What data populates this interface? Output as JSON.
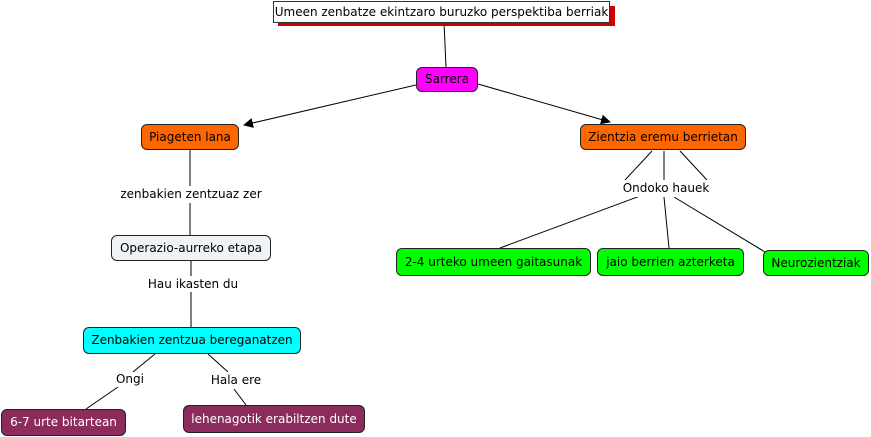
{
  "title": "Umeen zenbatze ekintzaro buruzko perspektiba berriak",
  "nodes": {
    "sarrera": "Sarrera",
    "piaget": "Piageten lana",
    "zientzia": "Zientzia eremu berrietan",
    "operazio": "Operazio-aurreko etapa",
    "zenbakien_zentzua": "Zenbakien zentzua bereganatzen",
    "urte_6_7": "6-7 urte bitartean",
    "lehenagotik": "lehenagotik erabiltzen dute",
    "urteko_2_4": "2-4 urteko umeen gaitasunak",
    "jaio": "jaio berrien azterketa",
    "neuro": "Neurozientziak"
  },
  "links": {
    "zenbakien_zentzuaz": "zenbakien zentzuaz zer",
    "hau_ikasten": "Hau ikasten du",
    "ongi": "Ongi",
    "hala_ere": "Hala ere",
    "ondoko": "Ondoko hauek"
  },
  "colors": {
    "magenta": "#ff00ff",
    "orange": "#ff6600",
    "grey": "#eef3f6",
    "cyan": "#00ffff",
    "green": "#00ff00",
    "maroon": "#8b2c5d",
    "title_shadow": "#d00000"
  }
}
